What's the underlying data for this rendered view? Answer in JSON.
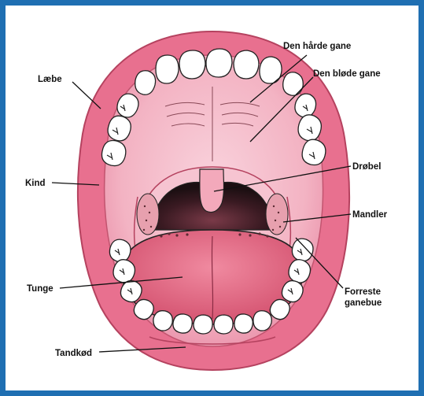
{
  "diagram": {
    "labels": {
      "laebe": "Læbe",
      "kind": "Kind",
      "tunge": "Tunge",
      "tandkod": "Tandkød",
      "haarde_gane": "Den hårde gane",
      "bloede_gane": "Den bløde gane",
      "drobel": "Drøbel",
      "mandler": "Mandler",
      "forreste_1": "Forreste",
      "forreste_2": "ganebue"
    },
    "colors": {
      "border": "#1f6fb2",
      "lip": "#e8708f",
      "lip_outline": "#b5425f",
      "palate": "#f4b6c6",
      "throat_dark": "#2a1a1e",
      "tongue": "#e2657f",
      "teeth": "#ffffff"
    }
  }
}
